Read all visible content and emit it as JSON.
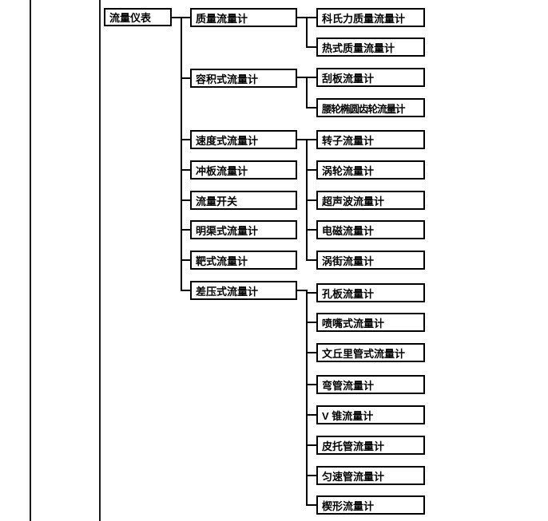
{
  "colors": {
    "background": "#ffffff",
    "box_border": "#000000",
    "line": "#000000",
    "page_rule": "#1a1a1a"
  },
  "diagram": {
    "root": {
      "label": "流量仪表"
    },
    "level2": [
      {
        "label": "质量流量计"
      },
      {
        "label": "容积式流量计"
      },
      {
        "label": "速度式流量计"
      },
      {
        "label": "冲板流量计"
      },
      {
        "label": "流量开关"
      },
      {
        "label": "明渠式流量计"
      },
      {
        "label": "靶式流量计"
      },
      {
        "label": "差压式流量计"
      }
    ],
    "level3": [
      {
        "label": "科氏力质量流量计",
        "parent": "质量流量计"
      },
      {
        "label": "热式质量流量计",
        "parent": "质量流量计"
      },
      {
        "label": "刮板流量计",
        "parent": "容积式流量计"
      },
      {
        "label": "腰轮椭圆齿轮流量计",
        "parent": "容积式流量计"
      },
      {
        "label": "转子流量计",
        "parent": "速度式流量计"
      },
      {
        "label": "涡轮流量计",
        "parent": "速度式流量计"
      },
      {
        "label": "超声波流量计",
        "parent": "速度式流量计"
      },
      {
        "label": "电磁流量计",
        "parent": "速度式流量计"
      },
      {
        "label": "涡街流量计",
        "parent": "速度式流量计"
      },
      {
        "label": "孔板流量计",
        "parent": "差压式流量计"
      },
      {
        "label": "喷嘴式流量计",
        "parent": "差压式流量计"
      },
      {
        "label": "文丘里管式流量计",
        "parent": "差压式流量计"
      },
      {
        "label": "弯管流量计",
        "parent": "差压式流量计"
      },
      {
        "label": "V 锥流量计",
        "parent": "差压式流量计"
      },
      {
        "label": "皮托管流量计",
        "parent": "差压式流量计"
      },
      {
        "label": "匀速管流量计",
        "parent": "差压式流量计"
      },
      {
        "label": "楔形流量计",
        "parent": "差压式流量计"
      }
    ]
  }
}
